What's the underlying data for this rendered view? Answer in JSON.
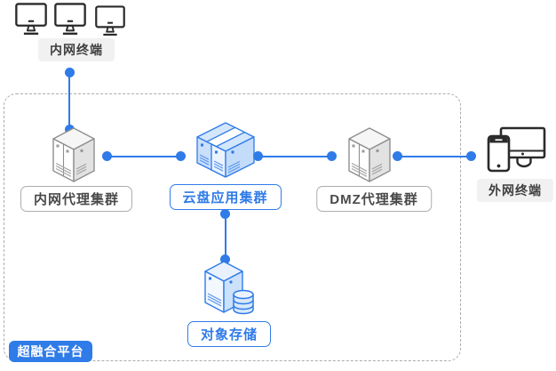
{
  "diagram": {
    "platform": {
      "label": "超融合平台"
    },
    "nodes": {
      "intranet_terminal": {
        "label": "内网终端"
      },
      "intranet_proxy": {
        "label": "内网代理集群"
      },
      "cloud_disk_app": {
        "label": "云盘应用集群"
      },
      "dmz_proxy": {
        "label": "DMZ代理集群"
      },
      "object_storage": {
        "label": "对象存储"
      },
      "extranet_terminal": {
        "label": "外网终端"
      }
    },
    "colors": {
      "accent_blue": "#2F7BE8",
      "gray_stroke": "#8F8F8F",
      "label_text": "#4A4A4A",
      "terminal_label_bg": "#F1F1F1",
      "dashed_border": "#ABABAB",
      "icon_dark": "#2B2B2B"
    }
  }
}
